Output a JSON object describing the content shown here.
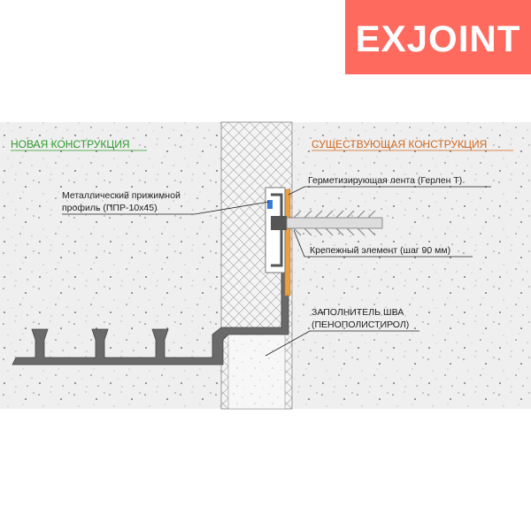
{
  "brand": {
    "logo_text": "EXJOINT",
    "badge_color": "#ff6a5e",
    "text_color": "#ffffff"
  },
  "sections": {
    "new_construction": "НОВАЯ КОНСТРУКЦИЯ",
    "existing_construction": "СУЩЕСТВУЮЩАЯ КОНСТРУКЦИЯ",
    "new_color": "#2e9a2e",
    "existing_color": "#d2691e"
  },
  "callouts": {
    "clamp_profile_line1": "Металлический прижимной",
    "clamp_profile_line2": "профиль  (ППР-10х45)",
    "sealing_tape": "Герметизирующая лента  (Герлен Т)",
    "fastener": "Крепежный элемент (шаг 90 мм)",
    "filler_line1": "ЗАПОЛНИТЕЛЬ ШВА",
    "filler_line2": "(ПЕНОПОЛИСТИРОЛ)"
  },
  "colors": {
    "concrete": "#eeeeee",
    "profile": "#6a6a6a",
    "tape": "#e8a040",
    "insulation_hatch": "#9a9a9a"
  }
}
